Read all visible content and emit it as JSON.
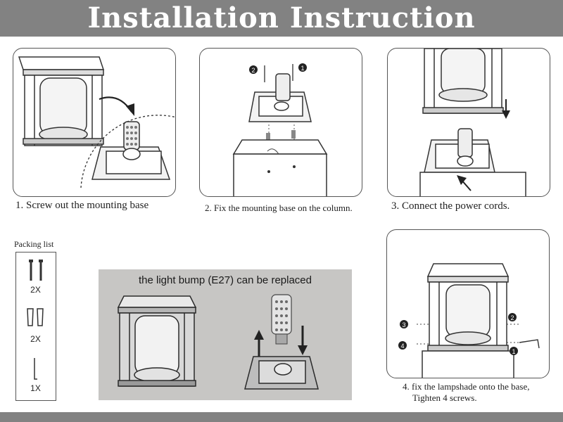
{
  "header": {
    "title": "Installation Instruction"
  },
  "steps": [
    {
      "caption": "1. Screw out the mounting base"
    },
    {
      "caption": "2. Fix the mounting base on the column."
    },
    {
      "caption": "3. Connect the power cords."
    },
    {
      "caption_line1": "4. fix the lampshade onto the base,",
      "caption_line2": "Tighten 4 screws."
    }
  ],
  "photo": {
    "title": "the light bump (E27) can be replaced"
  },
  "packing": {
    "title": "Packing list",
    "items": [
      {
        "icon": "screw-icon",
        "qty": "2X"
      },
      {
        "icon": "wall-anchor-icon",
        "qty": "2X"
      },
      {
        "icon": "hex-key-icon",
        "qty": "1X"
      }
    ]
  },
  "callouts": {
    "one": "1",
    "two": "2",
    "three": "3",
    "four": "4"
  }
}
